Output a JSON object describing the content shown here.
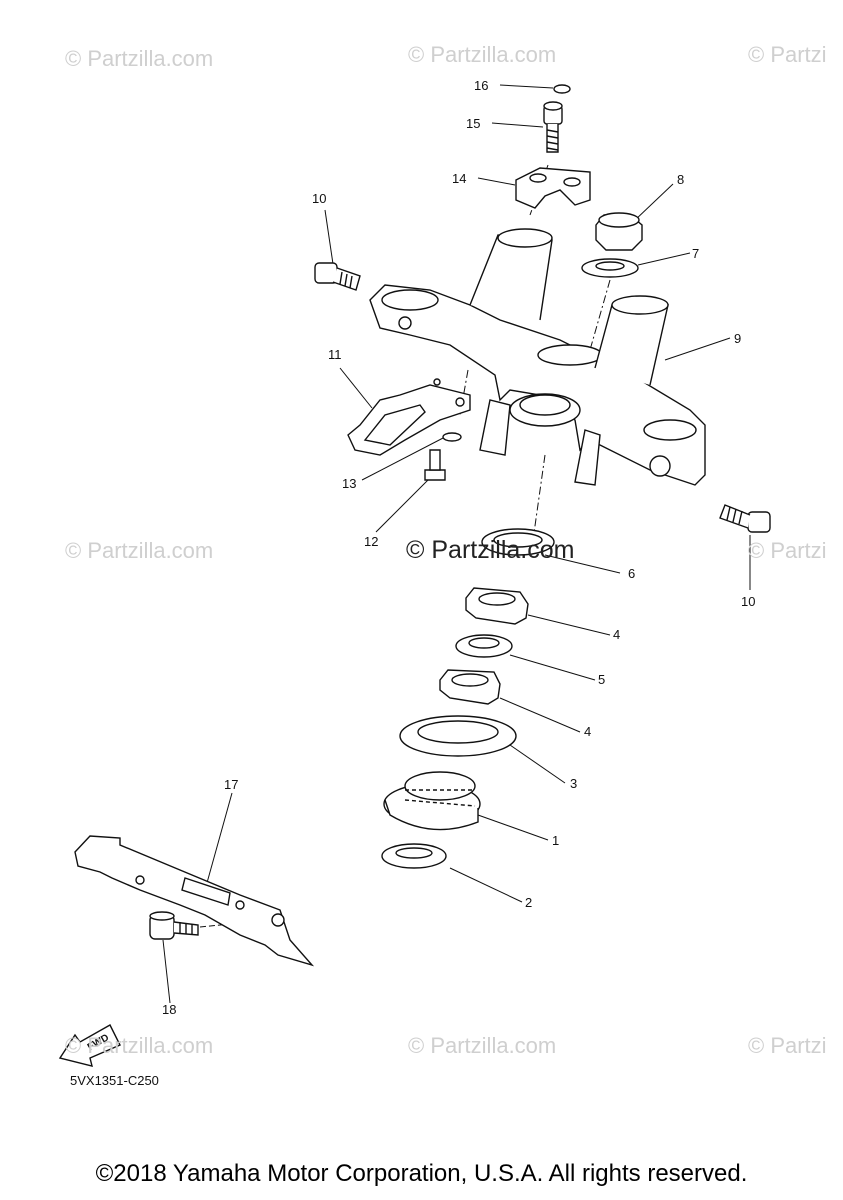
{
  "watermark": {
    "text": "© Partzilla.com",
    "text_cut": "© Partzi",
    "center_text": "© Partzilla.com"
  },
  "callouts": [
    "16",
    "15",
    "14",
    "10",
    "8",
    "7",
    "9",
    "11",
    "13",
    "12",
    "6",
    "4",
    "5",
    "4",
    "3",
    "1",
    "2",
    "17",
    "18",
    "10"
  ],
  "fwd_label": "FWD",
  "diagram_code": "5VX1351-C250",
  "copyright": "©2018 Yamaha Motor Corporation, U.S.A. All rights reserved."
}
